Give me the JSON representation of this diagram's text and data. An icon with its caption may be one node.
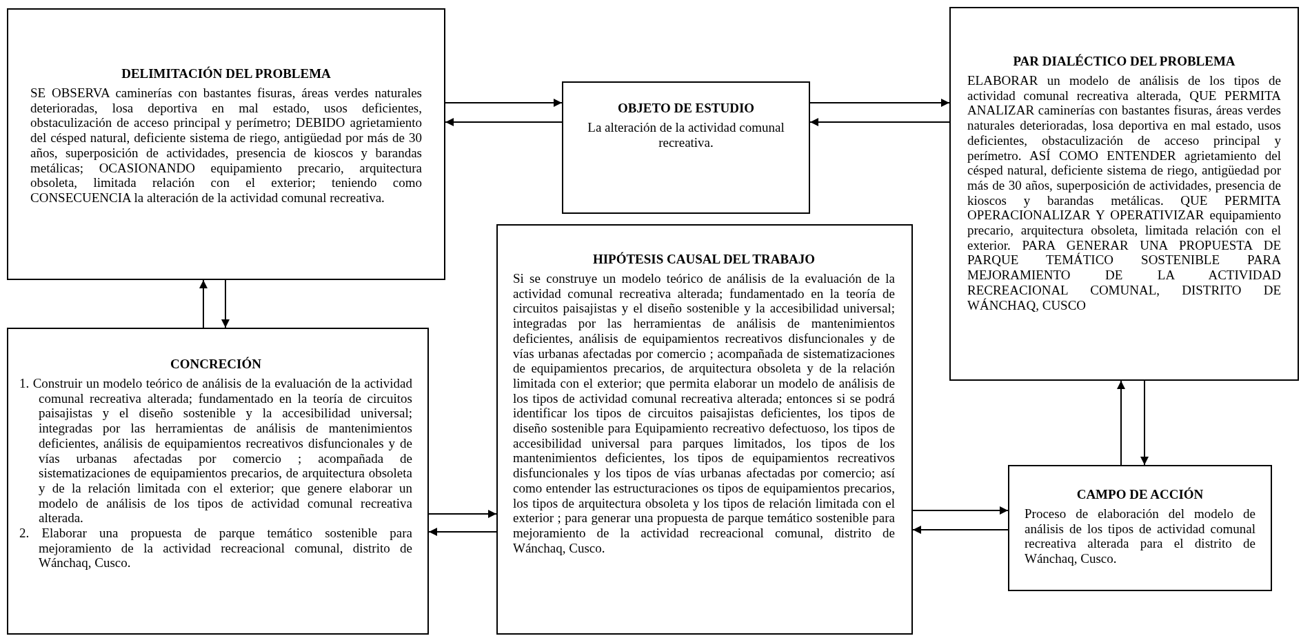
{
  "diagram": {
    "nodes": [
      {
        "text": [
          "DELIMITACIÓN DEL PROBLEMA",
          "SE OBSERVA caminerías con bastantes fisuras, áreas verdes naturales deterioradas, losa deportiva en mal estado, usos deficientes, obstaculización de acceso principal y perímetro; DEBIDO agrietamiento del césped natural, deficiente sistema de riego, antigüedad por más de 30 años, superposición de actividades, presencia de kioscos y barandas metálicas; OCASIONANDO equipamiento precario, arquitectura obsoleta, limitada relación con el exterior; teniendo como CONSECUENCIA la alteración de la actividad comunal recreativa."
        ]
      },
      {
        "text": [
          "OBJETO DE ESTUDIO",
          "La alteración de la actividad comunal recreativa."
        ]
      },
      {
        "text": [
          "PAR DIALÉCTICO DEL PROBLEMA",
          "ELABORAR un modelo de análisis de los tipos de actividad comunal recreativa alterada, QUE PERMITA ANALIZAR caminerías con bastantes fisuras, áreas verdes naturales deterioradas, losa deportiva en mal estado, usos deficientes, obstaculización de acceso principal y perímetro. ASÍ COMO ENTENDER agrietamiento del césped natural, deficiente sistema de riego, antigüedad por más de 30 años, superposición de actividades, presencia de kioscos y barandas metálicas. QUE PERMITA OPERACIONALIZAR Y OPERATIVIZAR equipamiento precario, arquitectura obsoleta, limitada relación con el exterior. PARA GENERAR UNA PROPUESTA DE PARQUE TEMÁTICO SOSTENIBLE PARA MEJORAMIENTO DE LA ACTIVIDAD RECREACIONAL COMUNAL, DISTRITO DE WÁNCHAQ, CUSCO"
        ]
      },
      {
        "text": [
          "HIPÓTESIS CAUSAL DEL TRABAJO",
          "Si se construye un modelo teórico de análisis de la evaluación de la actividad comunal recreativa alterada; fundamentado en la teoría de circuitos paisajistas y el diseño sostenible y la accesibilidad universal; integradas por las herramientas de análisis de mantenimientos deficientes, análisis de equipamientos recreativos disfuncionales y de vías urbanas afectadas por comercio ; acompañada de sistematizaciones de equipamientos precarios, de arquitectura obsoleta y de la relación limitada con el exterior; que permita elaborar un modelo de análisis de los tipos de actividad comunal recreativa alterada; entonces si se podrá identificar los tipos de circuitos paisajistas deficientes, los tipos de diseño sostenible para Equipamiento recreativo defectuoso, los tipos de accesibilidad universal para parques limitados, los tipos de los mantenimientos deficientes, los tipos de equipamientos recreativos disfuncionales y los tipos de vías urbanas afectadas por comercio; así como entender las estructuraciones os tipos de equipamientos precarios, los tipos de arquitectura obsoleta y los tipos de relación limitada con el exterior ; para generar una propuesta de parque temático sostenible para mejoramiento de la actividad recreacional comunal, distrito de Wánchaq, Cusco."
        ]
      },
      {
        "text": [
          "CONCRECIÓN",
          "1. Construir un modelo teórico de análisis de la evaluación de la actividad comunal recreativa alterada; fundamentado en la teoría de circuitos paisajistas y el diseño sostenible y la accesibilidad universal; integradas por las herramientas de análisis de mantenimientos deficientes, análisis de equipamientos recreativos disfuncionales y de vías urbanas afectadas por comercio ; acompañada de sistematizaciones de equipamientos precarios, de arquitectura obsoleta y de la relación limitada con el exterior; que genere elaborar un modelo de análisis de los tipos de actividad comunal recreativa alterada.",
          "2. Elaborar una propuesta de parque temático sostenible para mejoramiento de la actividad recreacional comunal, distrito de Wánchaq, Cusco."
        ]
      },
      {
        "text": [
          "CAMPO DE ACCIÓN",
          "Proceso de elaboración del modelo de análisis de los tipos de actividad comunal recreativa alterada para el distrito de Wánchaq, Cusco."
        ]
      }
    ],
    "edges": [
      {
        "from": 0,
        "to": 1,
        "arrow": "to"
      },
      {
        "from": 1,
        "to": 0,
        "arrow": "to"
      },
      {
        "from": 1,
        "to": 2,
        "arrow": "to"
      },
      {
        "from": 2,
        "to": 1,
        "arrow": "to"
      },
      {
        "from": 0,
        "to": 4,
        "arrow": "to"
      },
      {
        "from": 4,
        "to": 0,
        "arrow": "to"
      },
      {
        "from": 4,
        "to": 3,
        "arrow": "to"
      },
      {
        "from": 3,
        "to": 4,
        "arrow": "to"
      },
      {
        "from": 3,
        "to": 5,
        "arrow": "to"
      },
      {
        "from": 5,
        "to": 3,
        "arrow": "to"
      },
      {
        "from": 2,
        "to": 5,
        "arrow": "to"
      },
      {
        "from": 5,
        "to": 2,
        "arrow": "to"
      }
    ]
  }
}
